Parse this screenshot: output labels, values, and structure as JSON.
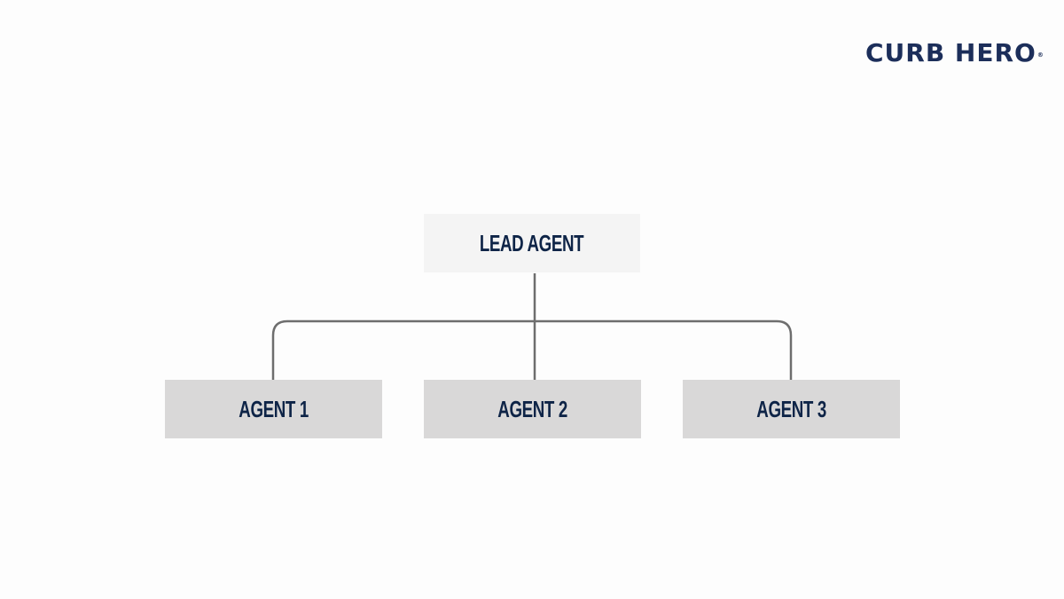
{
  "brand": {
    "logo_text": "CURB HERO",
    "registered_mark": "®",
    "color": "#1c2e5a"
  },
  "diagram": {
    "type": "org-chart",
    "root": {
      "label": "LEAD AGENT",
      "background": "#f4f4f4"
    },
    "children": [
      {
        "label": "AGENT 1",
        "background": "#d9d8d8"
      },
      {
        "label": "AGENT 2",
        "background": "#d9d8d8"
      },
      {
        "label": "AGENT 3",
        "background": "#d9d8d8"
      }
    ],
    "text_color": "#0e2447",
    "connector_color": "#6e6e6e"
  }
}
